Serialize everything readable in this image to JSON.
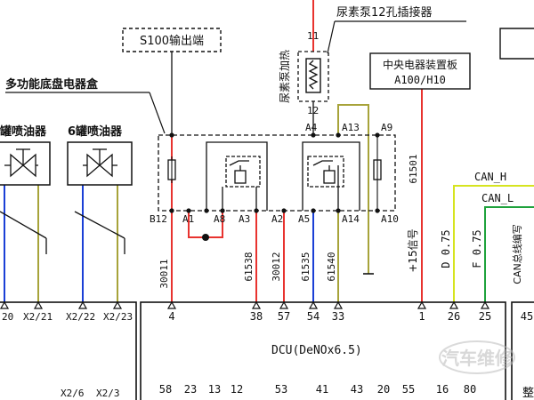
{
  "colors": {
    "red": "#e8332f",
    "blue": "#1a3fd6",
    "olive": "#a7a33a",
    "yellow": "#d6e420",
    "green": "#1fa23c",
    "black": "#111111"
  },
  "labels": {
    "s100": "S100输出端",
    "pump_connector": "尿素泵12孔插接器",
    "pump_heater": "尿素泵加热",
    "chassis_box": "多功能底盘电器盒",
    "central_box_line1": "中央电器装置板",
    "central_box_line2": "A100/H10",
    "injector_left": "罐喷油器",
    "injector_6": "6罐喷油器",
    "can_h": "CAN_H",
    "can_l": "CAN_L",
    "dcu": "DCU(DeNOx6.5)",
    "watermark": "汽车维修"
  },
  "pins": {
    "p11": "11",
    "p12": "12",
    "a4": "A4",
    "a13": "A13",
    "a9": "A9",
    "b12": "B12",
    "a1": "A1",
    "a8": "A8",
    "a3": "A3",
    "a2": "A2",
    "a5": "A5",
    "a14": "A14",
    "a10": "A10"
  },
  "wires": {
    "w30011": "30011",
    "w61538": "61538",
    "w30012": "30012",
    "w61535": "61535",
    "w61540": "61540",
    "w61501": "61501",
    "signal15": "+15信号",
    "d075": "D 0.75",
    "f075": "F 0.75",
    "can_write": "CAN总线编写"
  },
  "terminals_top": {
    "t4": "4",
    "t38": "38",
    "t57": "57",
    "t54": "54",
    "t33": "33",
    "t1": "1",
    "t26": "26",
    "t25": "25",
    "t45": "45"
  },
  "x2": {
    "x2_20": "20",
    "x2_21": "X2/21",
    "x2_22": "X2/22",
    "x2_23": "X2/23",
    "x2_6": "X2/6",
    "x2_3": "X2/3"
  },
  "terminals_bottom": {
    "b58": "58",
    "b23": "23",
    "b13": "13",
    "b12": "12",
    "b53": "53",
    "b41": "41",
    "b43": "43",
    "b20": "20",
    "b55": "55",
    "b16": "16",
    "b80": "80"
  },
  "cut_text": {
    "right_top": "整"
  }
}
